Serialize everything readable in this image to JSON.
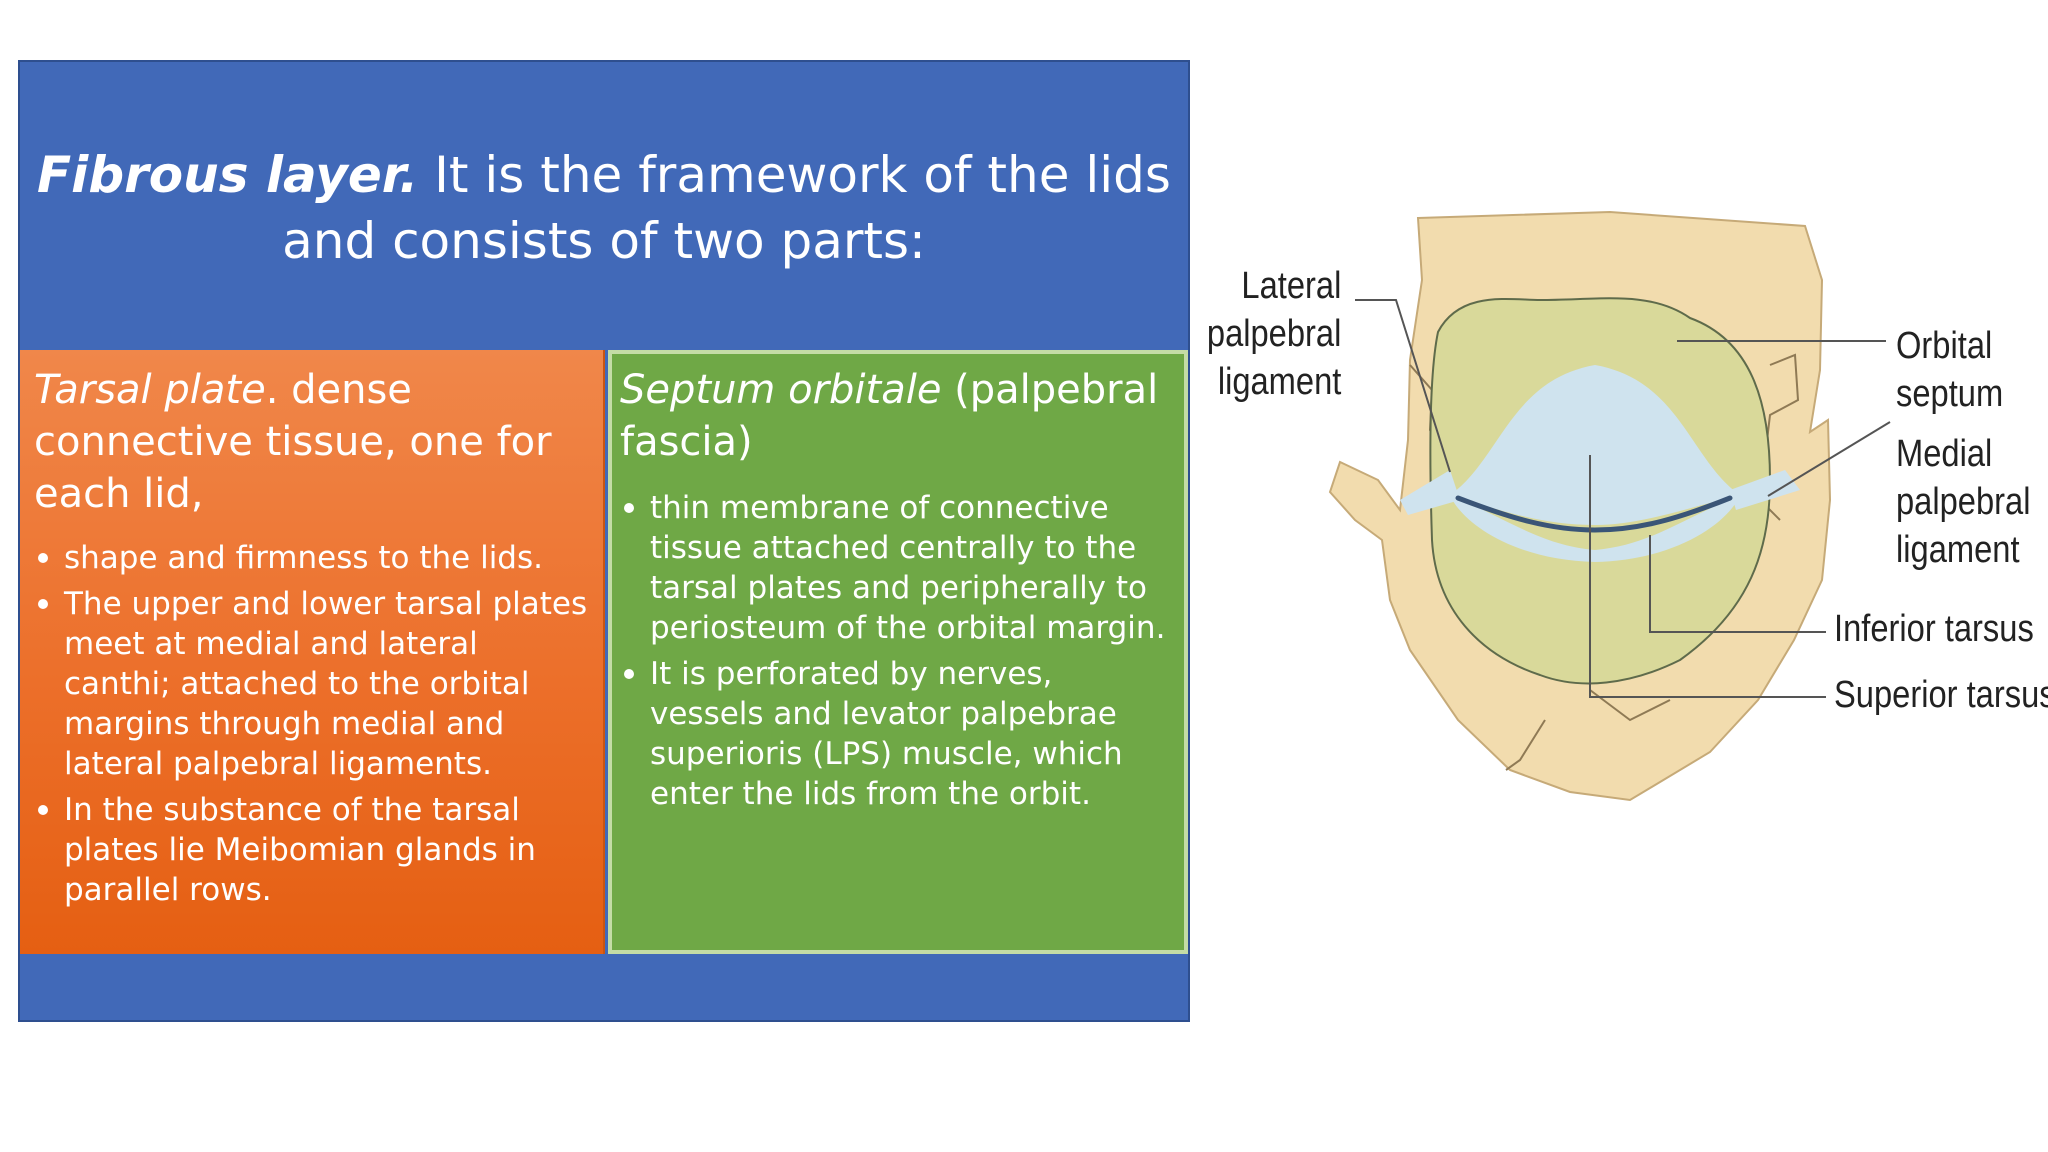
{
  "title": {
    "lead": "Fibrous layer.",
    "rest": " It is the framework of the lids and consists of two parts:"
  },
  "tarsal": {
    "heading_em": "Tarsal plate",
    "heading_rest": ".  dense connective tissue, one for each lid,",
    "bullets": [
      "shape and firmness to the lids.",
      "The upper and lower tarsal plates meet at medial and lateral canthi; attached to the orbital margins through medial and lateral palpebral ligaments.",
      "In the substance of the tarsal plates lie Meibomian glands in parallel rows."
    ]
  },
  "septum": {
    "heading_em": "Septum orbitale",
    "heading_rest": " (palpebral fascia)",
    "bullets": [
      "thin membrane of connective tissue attached centrally to the tarsal plates and peripherally to periosteum of the orbital margin.",
      "It is perforated by nerves, vessels and levator palpebrae superioris (LPS) muscle, which enter the lids from the orbit."
    ]
  },
  "diagram": {
    "labels": {
      "lateral_1": "Lateral",
      "lateral_2": "palpebral",
      "lateral_3": "ligament",
      "orbital_1": "Orbital",
      "orbital_2": "septum",
      "medial_1": "Medial",
      "medial_2": "palpebral",
      "medial_3": "ligament",
      "inferior": "Inferior tarsus",
      "superior": "Superior tarsus"
    },
    "colors": {
      "bone": "#f2dcae",
      "septum": "#d9d99a",
      "tarsus": "#cfe3ee",
      "lid_margin": "#3a5577"
    }
  }
}
